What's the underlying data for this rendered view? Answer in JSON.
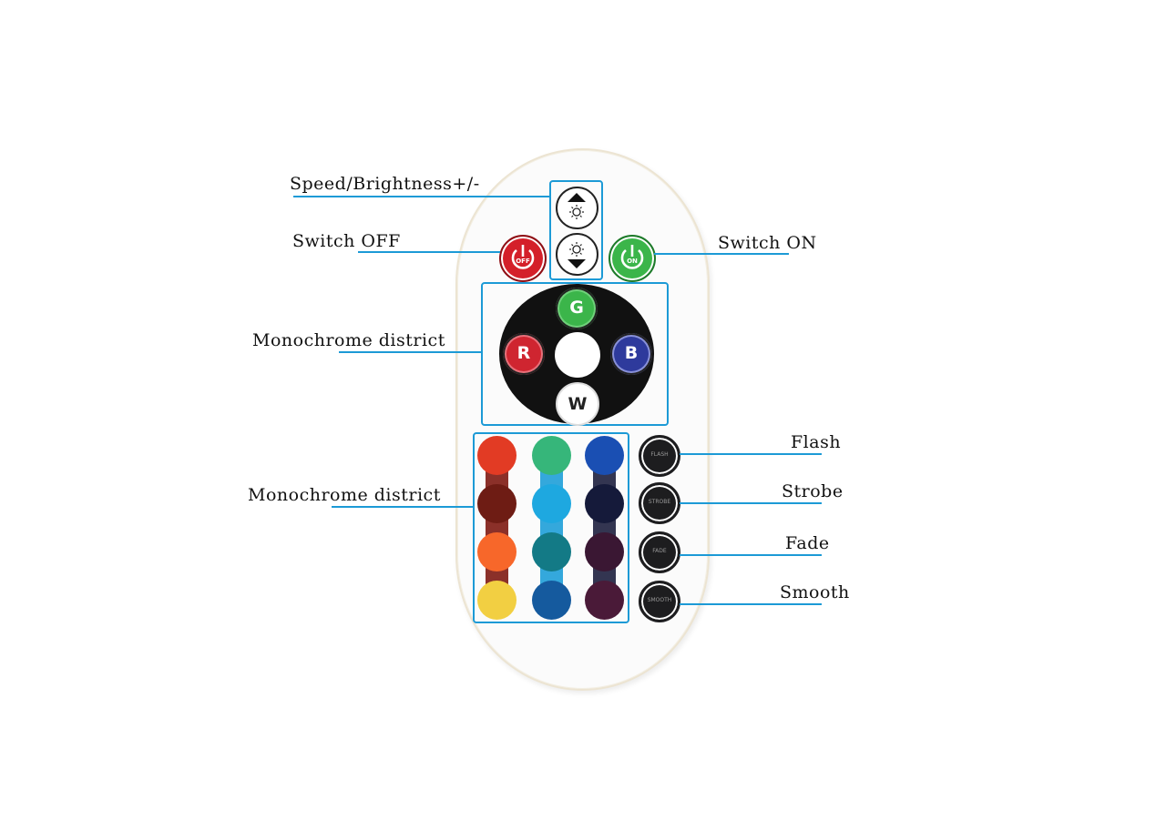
{
  "callouts": {
    "speed_brightness": "Speed/Brightness+/-",
    "switch_off": "Switch OFF",
    "switch_on": "Switch ON",
    "monochrome_1": "Monochrome district",
    "monochrome_2": "Monochrome district",
    "flash": "Flash",
    "strobe": "Strobe",
    "fade": "Fade",
    "smooth": "Smooth"
  },
  "buttons": {
    "off": "OFF",
    "on": "ON",
    "g": "G",
    "r": "R",
    "b": "B",
    "w": "W",
    "flash": "FLASH",
    "strobe": "STROBE",
    "fade": "FADE",
    "smooth": "SMOOTH"
  },
  "colors": {
    "accent_line": "#1c9ad6",
    "off_button": "#d4202a",
    "on_button": "#3bb54a",
    "g_button": "#3bb54a",
    "r_button": "#cf2530",
    "b_button": "#2e3a9c",
    "palette": [
      [
        "#e23b24",
        "#36b67a",
        "#1a4fb3"
      ],
      [
        "#6e1c14",
        "#1ea8e0",
        "#151a3a"
      ],
      [
        "#f7672a",
        "#137a86",
        "#3a1733"
      ],
      [
        "#f2cf42",
        "#155a9e",
        "#4a1a38"
      ]
    ],
    "palette_stems": [
      "#7e1a12",
      "#1e9fd8",
      "#1d1f3e"
    ]
  },
  "icons": {
    "up_brightness": "sun-up-icon",
    "down_brightness": "sun-down-icon",
    "power": "power-icon"
  }
}
